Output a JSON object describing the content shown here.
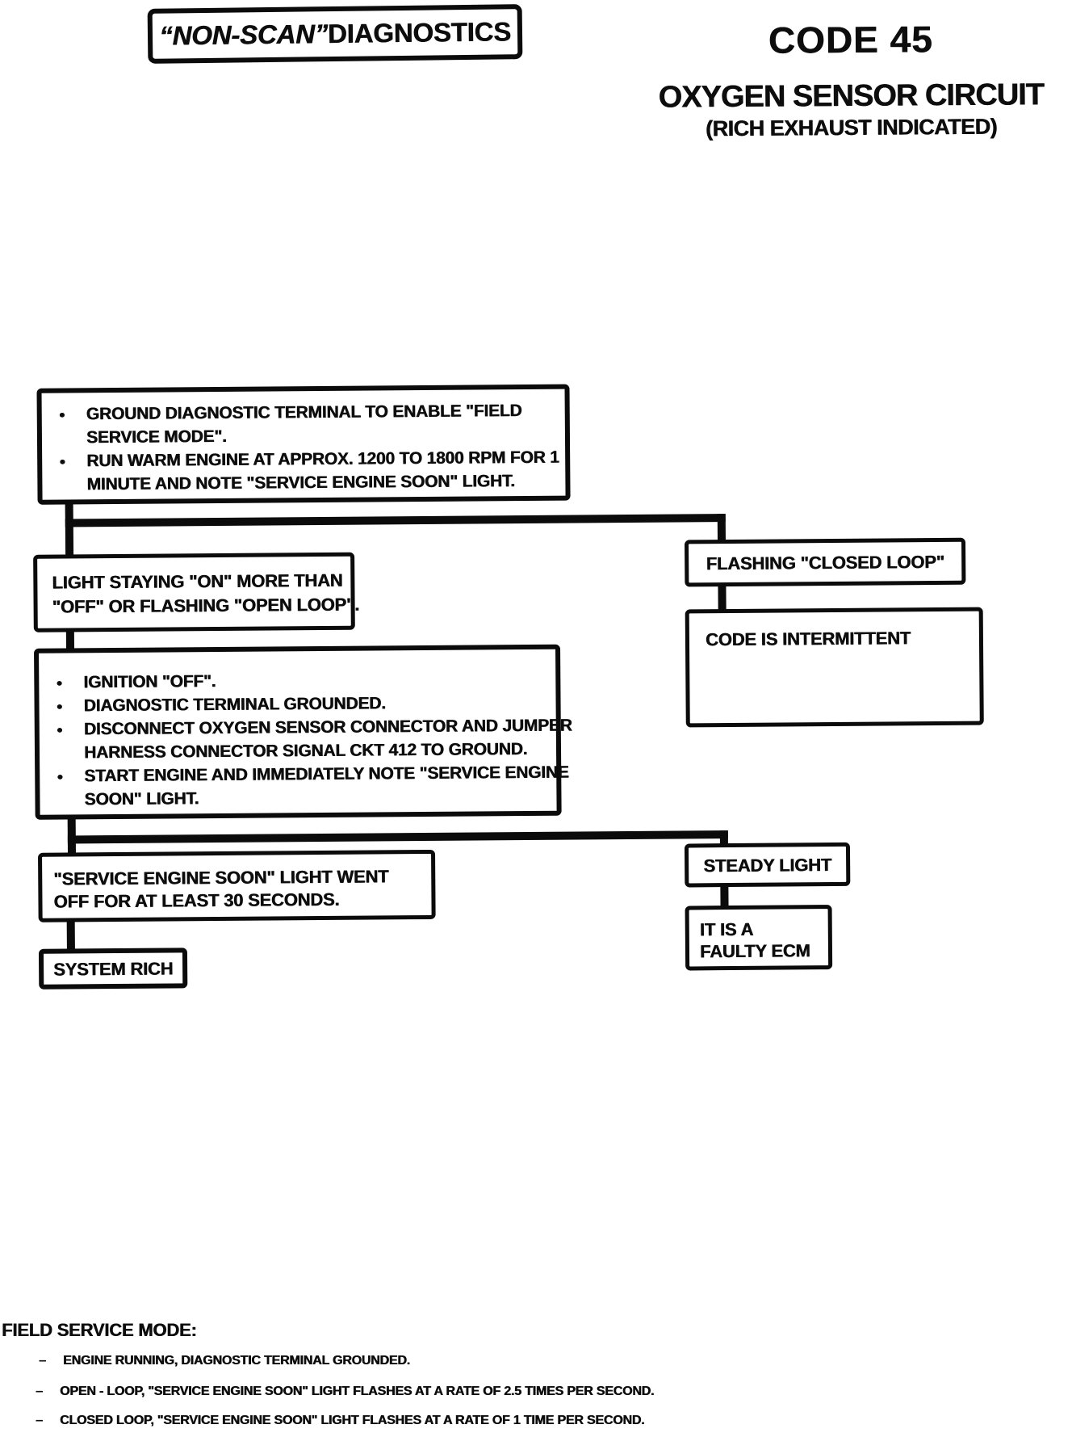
{
  "markers": {
    "bullet": "●",
    "dash": "–"
  },
  "header": {
    "badge_italic": "“NON-SCAN”",
    "badge_rest": " DIAGNOSTICS",
    "code": "CODE 45",
    "subtitle_line1": "OXYGEN SENSOR CIRCUIT",
    "subtitle_line2": "(RICH EXHAUST INDICATED)"
  },
  "flowchart": {
    "setup_box": {
      "bullets": [
        {
          "lines": [
            "GROUND DIAGNOSTIC TERMINAL TO ENABLE \"FIELD",
            "SERVICE MODE\"."
          ]
        },
        {
          "lines": [
            "RUN WARM ENGINE AT APPROX. 1200 TO 1800 RPM FOR 1",
            "MINUTE AND NOTE \"SERVICE ENGINE SOON\" LIGHT."
          ]
        }
      ]
    },
    "light_on_box": {
      "lines": [
        "LIGHT STAYING \"ON\" MORE THAN",
        "\"OFF\" OR FLASHING \"OPEN LOOP\"."
      ]
    },
    "flashing_closed_loop_box": {
      "text": "FLASHING \"CLOSED LOOP\""
    },
    "intermittent_box": {
      "text": "CODE IS INTERMITTENT"
    },
    "jumper_box": {
      "bullets": [
        {
          "lines": [
            "IGNITION \"OFF\"."
          ]
        },
        {
          "lines": [
            "DIAGNOSTIC TERMINAL GROUNDED."
          ]
        },
        {
          "lines": [
            "DISCONNECT OXYGEN SENSOR CONNECTOR AND JUMPER",
            "HARNESS CONNECTOR SIGNAL CKT 412 TO GROUND."
          ]
        },
        {
          "lines": [
            "START ENGINE AND IMMEDIATELY NOTE \"SERVICE ENGINE",
            "SOON\" LIGHT."
          ]
        }
      ]
    },
    "light_went_off_box": {
      "lines": [
        "\"SERVICE ENGINE SOON\" LIGHT WENT",
        "OFF FOR AT LEAST 30 SECONDS."
      ]
    },
    "system_rich_box": {
      "text": "SYSTEM RICH"
    },
    "steady_light_box": {
      "text": "STEADY LIGHT"
    },
    "faulty_ecm_box": {
      "lines": [
        "IT IS A",
        "FAULTY ECM"
      ]
    }
  },
  "footer": {
    "heading": "FIELD SERVICE MODE:",
    "items": [
      "ENGINE RUNNING, DIAGNOSTIC TERMINAL GROUNDED.",
      "OPEN - LOOP, \"SERVICE ENGINE SOON\" LIGHT FLASHES AT A RATE OF 2.5 TIMES PER SECOND.",
      "CLOSED LOOP, \"SERVICE ENGINE SOON\" LIGHT FLASHES AT A RATE OF 1 TIME PER SECOND."
    ]
  },
  "colors": {
    "ink": "#0d0d0d",
    "paper": "#ffffff"
  }
}
